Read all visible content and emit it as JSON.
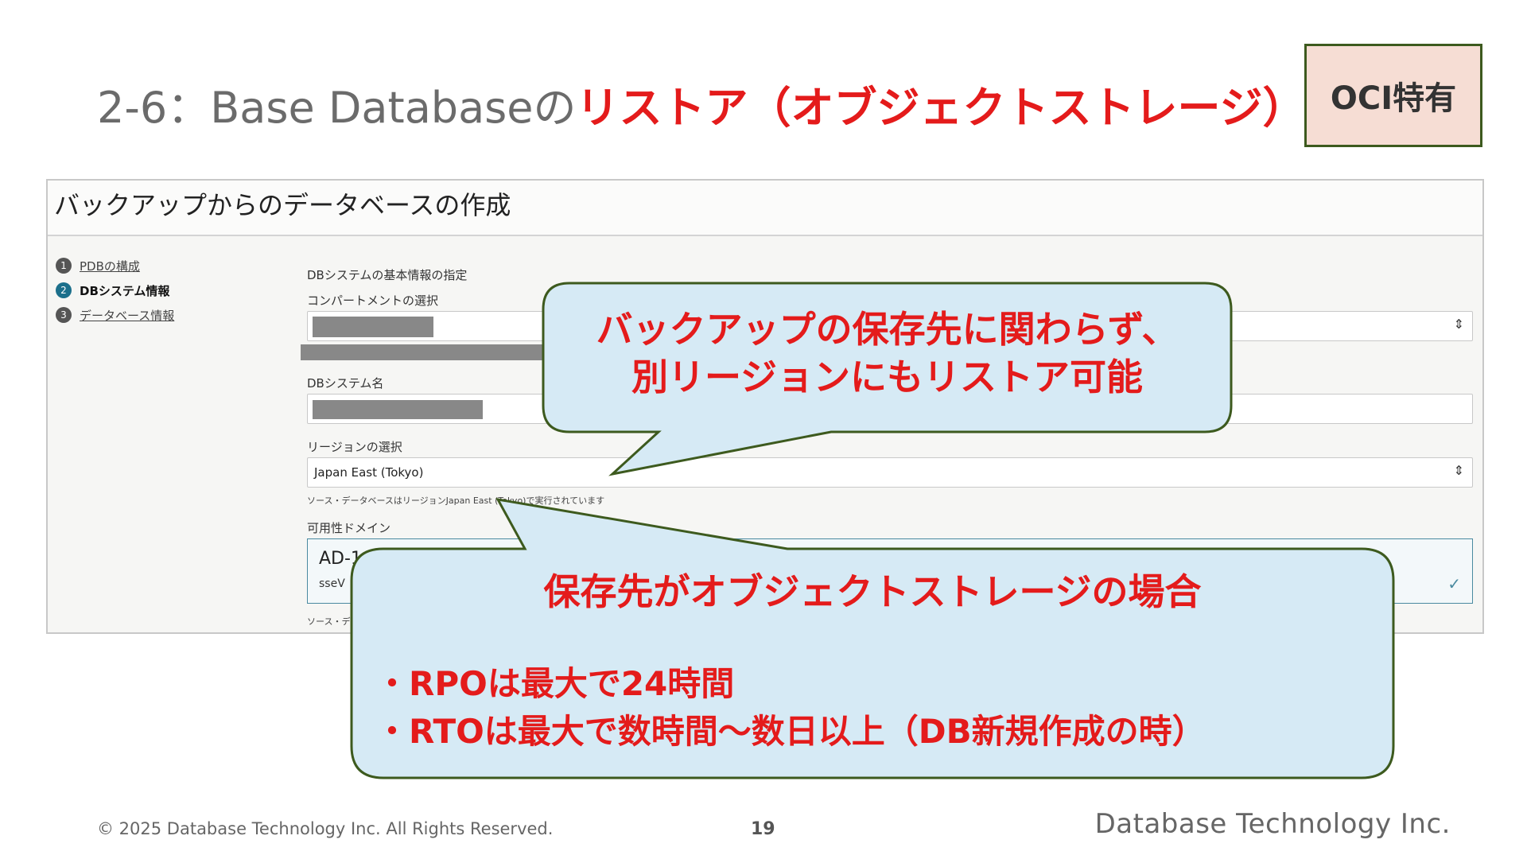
{
  "slide": {
    "title_prefix": "2-6：Base Databaseの",
    "title_highlight": "リストア（オブジェクトストレージ）",
    "badge": "OCI特有"
  },
  "screen": {
    "header": "バックアップからのデータベースの作成",
    "steps": [
      {
        "num": "1",
        "label": "PDBの構成"
      },
      {
        "num": "2",
        "label": "DBシステム情報"
      },
      {
        "num": "3",
        "label": "データベース情報"
      }
    ],
    "section_title": "DBシステムの基本情報の指定",
    "compartment_label": "コンパートメントの選択",
    "dbsystem_name_label": "DBシステム名",
    "region_label": "リージョンの選択",
    "region_value": "Japan East (Tokyo)",
    "region_help": "ソース・データベースはリージョンJapan East (Tokyo)で実行されています",
    "ad_label": "可用性ドメイン",
    "ad_title": "AD-1",
    "ad_sub": "sseV",
    "ad_help": "ソース・デ"
  },
  "callouts": {
    "top": {
      "line1": "バックアップの保存先に関わらず、",
      "line2": "別リージョンにもリストア可能"
    },
    "bottom": {
      "heading": "保存先がオブジェクトストレージの場合",
      "bullet1": "・RPOは最大で24時間",
      "bullet2": "・RTOは最大で数時間～数日以上（DB新規作成の時）"
    }
  },
  "footer": {
    "copyright": "© 2025 Database Technology Inc. All Rights Reserved.",
    "page": "19",
    "logo": "Database Technology Inc."
  },
  "colors": {
    "accent_red": "#e41b1b",
    "callout_fill": "#d6eaf5",
    "callout_border": "#3d5a1e",
    "badge_fill": "#f6ddd4"
  }
}
